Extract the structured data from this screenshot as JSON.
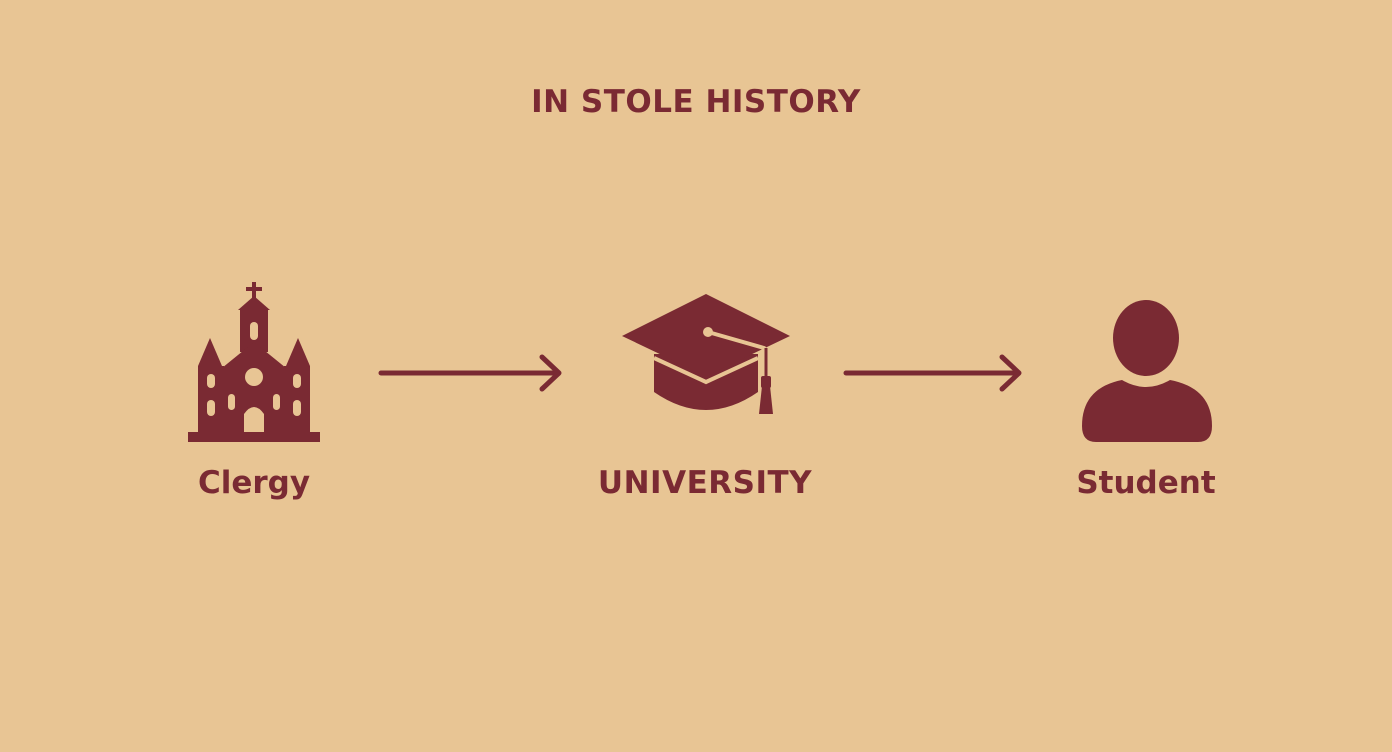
{
  "title": "IN STOLE HISTORY",
  "colors": {
    "background": "#e8c594",
    "ink": "#7a2a33"
  },
  "nodes": [
    {
      "label": "Clergy",
      "icon": "church-icon"
    },
    {
      "label": "UNIVERSITY",
      "icon": "graduation-cap-icon"
    },
    {
      "label": "Student",
      "icon": "person-icon"
    }
  ],
  "edges": [
    {
      "from": "Clergy",
      "to": "UNIVERSITY"
    },
    {
      "from": "UNIVERSITY",
      "to": "Student"
    }
  ]
}
